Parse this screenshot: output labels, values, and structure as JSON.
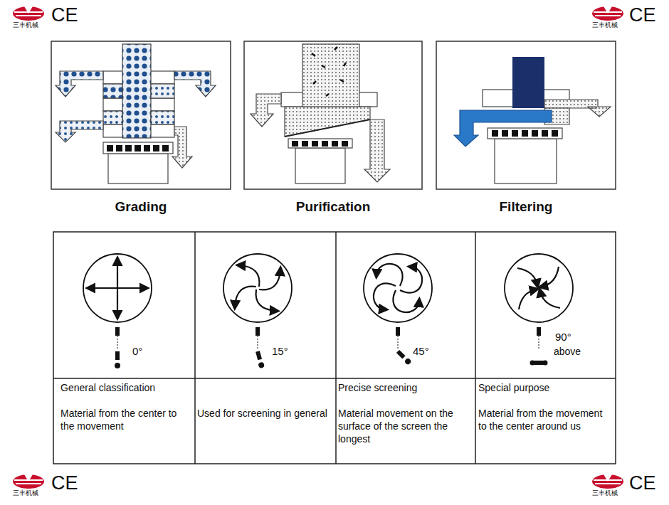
{
  "diagram": {
    "nodes": [
      {
        "text": [
          "Grading"
        ]
      },
      {
        "text": [
          "Purification"
        ]
      },
      {
        "text": [
          "Filtering"
        ]
      }
    ],
    "labels": [
      "CE",
      "CE",
      "CE",
      "CE",
      "三丰机械",
      "三丰机械",
      "三丰机械",
      "三丰机械",
      "0°",
      "15°",
      "45°",
      "90°",
      "above",
      "General classification",
      "Material from the center to the movement",
      "Used for screening in general",
      "Precise screening",
      "Material movement on the surface of the screen the longest",
      "Special purpose",
      "Material from the movement to the center around us"
    ]
  }
}
